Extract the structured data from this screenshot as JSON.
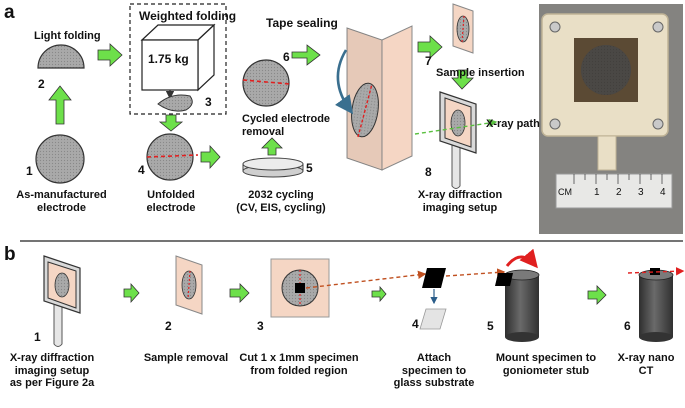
{
  "panel_a": {
    "label": "a",
    "steps": {
      "s1": {
        "number": "1",
        "caption_l1": "As-manufactured",
        "caption_l2": "electrode"
      },
      "s2": {
        "number": "2",
        "title": "Light folding"
      },
      "s3": {
        "number": "3",
        "title": "Weighted folding",
        "weight": "1.75 kg"
      },
      "s4": {
        "number": "4",
        "caption_l1": "Unfolded",
        "caption_l2": "electrode"
      },
      "s5": {
        "number": "5",
        "caption_l1": "2032 cycling",
        "caption_l2": "(CV, EIS, cycling)"
      },
      "s6": {
        "number": "6",
        "title": "Tape sealing",
        "removal_l1": "Cycled electrode",
        "removal_l2": "removal"
      },
      "s7": {
        "number": "7",
        "insertion": "Sample insertion"
      },
      "s8": {
        "number": "8",
        "caption_l1": "X-ray diffraction",
        "caption_l2": "imaging setup",
        "xray_path": "X-ray path"
      }
    },
    "ruler": {
      "unit": "CM",
      "ticks": [
        "1",
        "2",
        "3",
        "4"
      ]
    }
  },
  "panel_b": {
    "label": "b",
    "steps": [
      {
        "number": "1",
        "caption": [
          "X-ray diffraction",
          "imaging setup",
          "as per Figure 2a"
        ]
      },
      {
        "number": "2",
        "caption": [
          "Sample removal"
        ]
      },
      {
        "number": "3",
        "caption": [
          "Cut 1 x 1mm specimen",
          "from folded region"
        ]
      },
      {
        "number": "4",
        "caption": [
          "Attach",
          "specimen to",
          "glass substrate"
        ]
      },
      {
        "number": "5",
        "caption": [
          "Mount specimen to",
          "goniometer stub"
        ]
      },
      {
        "number": "6",
        "caption": [
          "X-ray nano",
          "CT"
        ]
      }
    ]
  },
  "colors": {
    "arrow_green": "#6de04a",
    "tape": "#f5d6c4",
    "electrode": "#a8a8a8",
    "fold_line": "#e02020",
    "xray_orange": "#c05020",
    "stub": "#4a4a4a"
  }
}
